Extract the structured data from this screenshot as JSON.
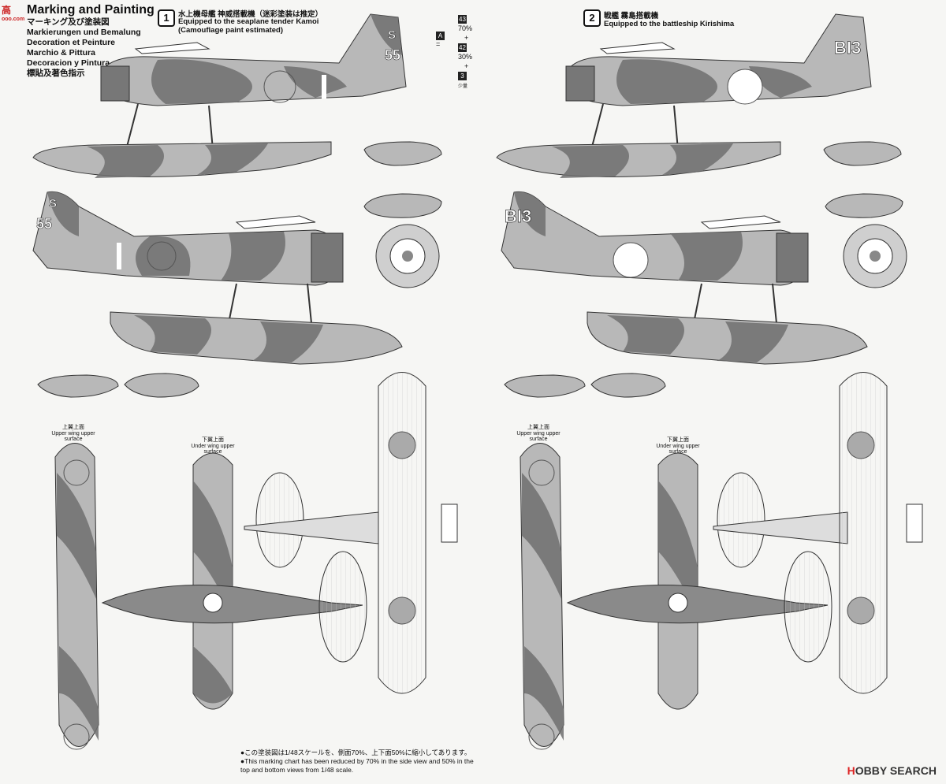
{
  "corner_logo": "高",
  "corner_url": "ooo.com",
  "header": {
    "title": "Marking and Painting",
    "subtitles": [
      "マーキング及び塗装図",
      "Markierungen und Bemalung",
      "Decoration et Peinture",
      "Marchio & Pittura",
      "Decoracion y Pintura",
      "標貼及著色指示"
    ]
  },
  "scheme1": {
    "number": "1",
    "jp": "水上機母艦 神威搭載機（迷彩塗装は推定）",
    "en1": "Equipped to the seaplane tender Kamoi",
    "en2": "(Camouflage paint estimated)",
    "code_top": "S",
    "code_num": "55"
  },
  "scheme2": {
    "number": "2",
    "jp": "戦艦 霧島搭載機",
    "en1": "Equipped to the battleship Kirishima",
    "code": "BI3"
  },
  "mix_legend": {
    "a_label": "A",
    "rows": [
      {
        "box": "43",
        "text": "70%"
      },
      {
        "box": "",
        "text": "+"
      },
      {
        "box": "42",
        "text": "30%"
      },
      {
        "box": "",
        "text": "+"
      },
      {
        "box": "3",
        "text": "少量"
      }
    ]
  },
  "wing_labels": {
    "upper_jp": "上翼上面",
    "upper_en": "Upper wing upper surface",
    "under_jp": "下翼上面",
    "under_en": "Under wing upper surface"
  },
  "footnote": {
    "jp": "●この塗装図は1/48スケールを、側面70%、上下面50%に縮小してあります。",
    "en1": "●This marking chart has been reduced by 70% in the side view and 50% in the",
    "en2": "top and bottom views from 1/48 scale."
  },
  "brand": {
    "prefix": "H",
    "name": "OBBY SEARCH"
  },
  "colors": {
    "camo_dark": "#6e6e6e",
    "camo_light": "#b8b8b8",
    "tag": "#222222"
  }
}
